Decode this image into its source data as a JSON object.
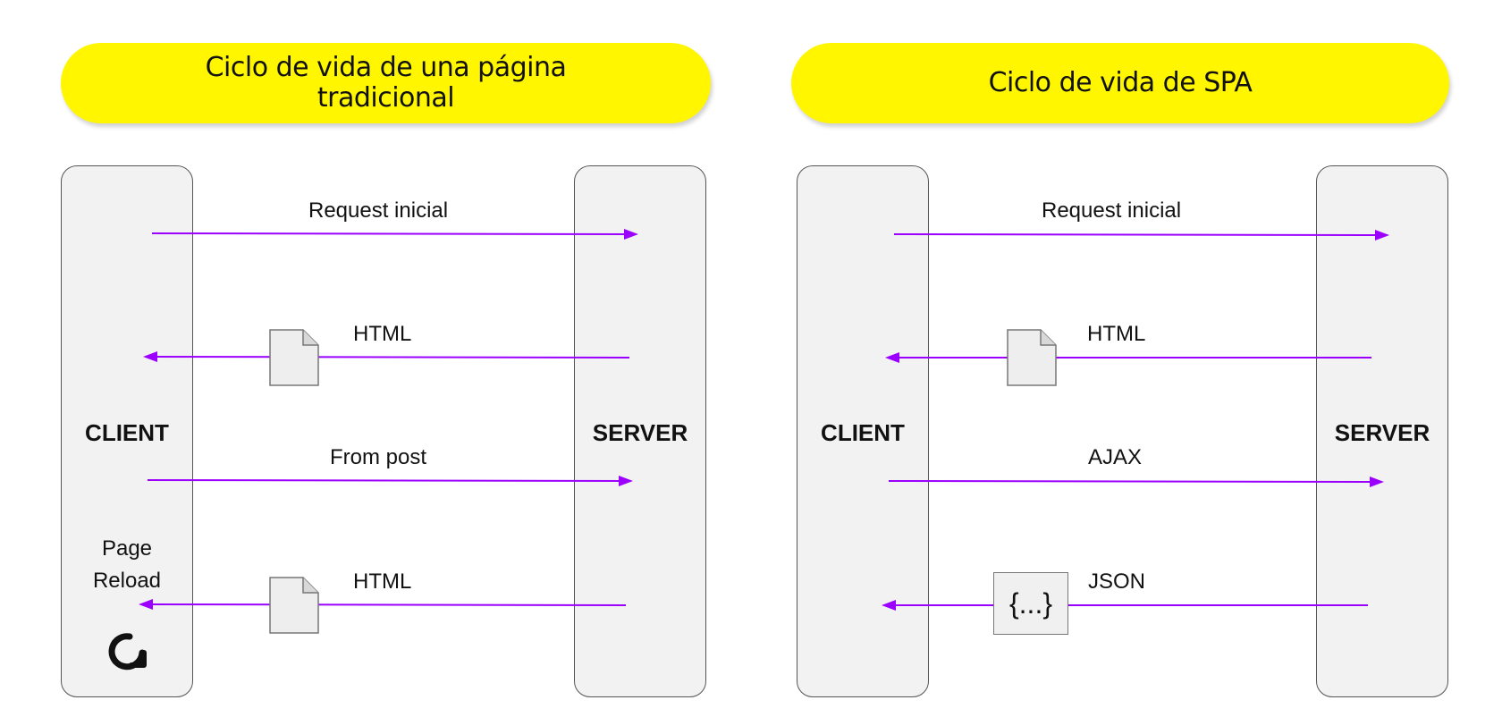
{
  "left": {
    "title": "Ciclo de vida de una página tradicional",
    "client_label": "CLIENT",
    "server_label": "SERVER",
    "reload_label_line1": "Page",
    "reload_label_line2": "Reload",
    "messages": [
      "Request inicial",
      "HTML",
      "From post",
      "HTML"
    ]
  },
  "right": {
    "title": "Ciclo de vida de SPA",
    "client_label": "CLIENT",
    "server_label": "SERVER",
    "messages": [
      "Request inicial",
      "HTML",
      "AJAX",
      "JSON"
    ],
    "json_icon_text": "{...}"
  },
  "colors": {
    "arrow": "#9b00ff",
    "pill": "#fff600",
    "lane": "#f2f2f2"
  },
  "icons": [
    "document-icon",
    "json-braces-icon",
    "reload-icon"
  ]
}
